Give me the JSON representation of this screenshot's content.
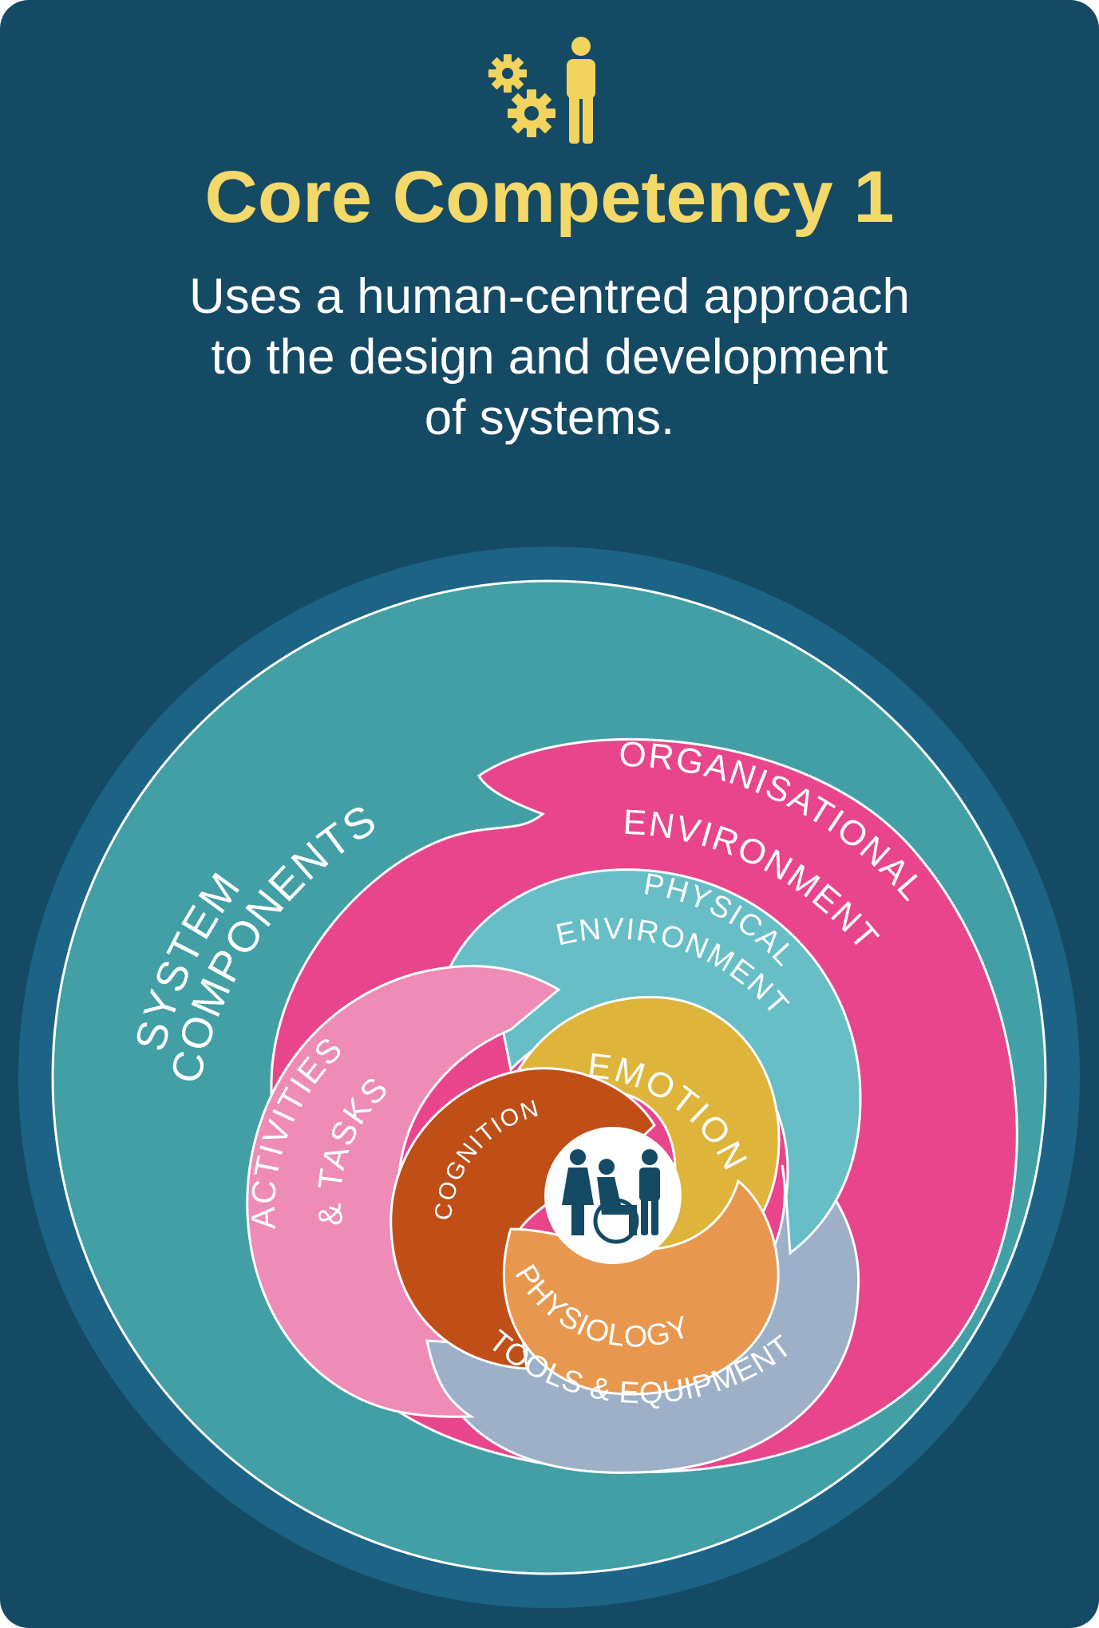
{
  "colors": {
    "background": "#154a64",
    "outer_ring": "#1c6385",
    "title": "#f3d86a",
    "icon": "#f1d35d",
    "text": "#ffffff",
    "system_components": "#419fa5",
    "organisational_environment": "#e8458c",
    "physical_environment": "#67bec7",
    "activities_tasks": "#ef8bb7",
    "tools_equipment": "#9db0c7",
    "emotion": "#deb43b",
    "cognition": "#c04e17",
    "physiology": "#e8984e",
    "centre": "#ffffff",
    "people": "#154a64"
  },
  "header": {
    "icon": "gears-and-person-icon",
    "title": "Core Competency 1",
    "subtitle_lines": [
      "Uses a human-centred approach",
      "to the design and development",
      "of systems."
    ]
  },
  "diagram": {
    "outer_label_1": "SYSTEM",
    "outer_label_2": "COMPONENTS",
    "org_env_1": "ORGANISATIONAL",
    "org_env_2": "ENVIRONMENT",
    "phys_env_1": "PHYSICAL",
    "phys_env_2": "ENVIRONMENT",
    "activities_1": "ACTIVITIES",
    "activities_2": "& TASKS",
    "tools": "TOOLS & EQUIPMENT",
    "emotion": "EMOTION",
    "cognition": "COGNITION",
    "physiology": "PHYSIOLOGY",
    "centre_icon": "people-with-wheelchair-icon"
  }
}
